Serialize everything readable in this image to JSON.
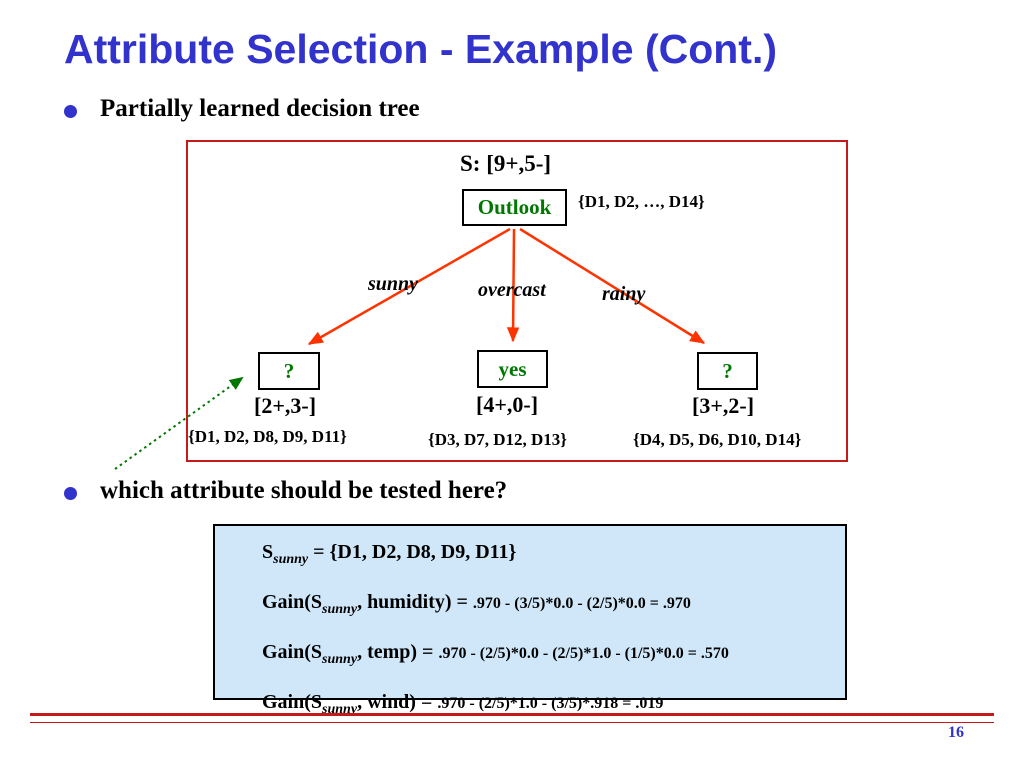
{
  "title": "Attribute Selection - Example (Cont.)",
  "page_number": "16",
  "bullets": {
    "first": "Partially learned decision tree",
    "second": "which attribute should be tested here?"
  },
  "tree": {
    "root_stats": "S: [9+,5-]",
    "root_node_label": "Outlook",
    "root_set": "{D1, D2, …, D14}",
    "branches": [
      {
        "edge_label": "sunny",
        "node_label": "?",
        "stats": "[2+,3-]",
        "set": "{D1, D2, D8, D9, D11}"
      },
      {
        "edge_label": "overcast",
        "node_label": "yes",
        "stats": "[4+,0-]",
        "set": "{D3, D7, D12, D13}"
      },
      {
        "edge_label": "rainy",
        "node_label": "?",
        "stats": "[3+,2-]",
        "set": "{D4, D5, D6, D10, D14}"
      }
    ]
  },
  "gain_box": {
    "lines": [
      {
        "lead": "S",
        "sub": "sunny",
        "tail": " = {D1, D2, D8, D9, D11}",
        "formula": ""
      },
      {
        "lead": "Gain(S",
        "sub": "sunny",
        "tail": ", humidity) = ",
        "formula": ".970 - (3/5)*0.0 - (2/5)*0.0 = .970"
      },
      {
        "lead": "Gain(S",
        "sub": "sunny",
        "tail": ", temp) = ",
        "formula": ".970 - (2/5)*0.0 - (2/5)*1.0 - (1/5)*0.0 = .570"
      },
      {
        "lead": "Gain(S",
        "sub": "sunny",
        "tail": ", wind) = ",
        "formula": ".970 - (2/5)*1.0 - (3/5)*.918 = .019"
      }
    ]
  },
  "colors": {
    "title_blue": "#3232cd",
    "node_green": "#007700",
    "arrow_red": "#ff3300",
    "frame_red": "#c51a1a",
    "gain_bg": "#cfe7f9"
  }
}
